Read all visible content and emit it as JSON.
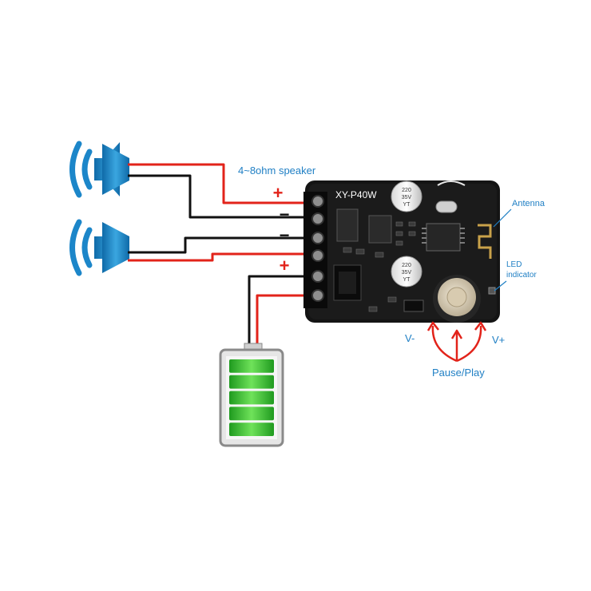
{
  "labels": {
    "speaker": "4~8ohm speaker",
    "antenna": "Antenna",
    "led_line1": "LED",
    "led_line2": "indicator",
    "v_minus": "V-",
    "v_plus": "V+",
    "pause_play": "Pause/Play"
  },
  "board": {
    "model": "XY-P40W",
    "cap_text_line1": "220",
    "cap_text_line2": "35V",
    "cap_text_line3": "YT"
  },
  "terminals": [
    {
      "sign": "+",
      "color": "#e2231a"
    },
    {
      "sign": "−",
      "color": "#111111"
    },
    {
      "sign": "−",
      "color": "#111111"
    },
    {
      "sign": "+",
      "color": "#e2231a"
    }
  ],
  "battery": {
    "level_segments": 5,
    "fill_color": "#3cc43a"
  },
  "colors": {
    "wire_red": "#e2231a",
    "wire_black": "#111111",
    "label_blue": "#1f7fc4",
    "speaker_blue": "#1c86c9"
  },
  "icons": [
    "speaker-icon",
    "speaker-icon",
    "battery-icon",
    "antenna-icon",
    "led-icon",
    "knob-icon"
  ]
}
